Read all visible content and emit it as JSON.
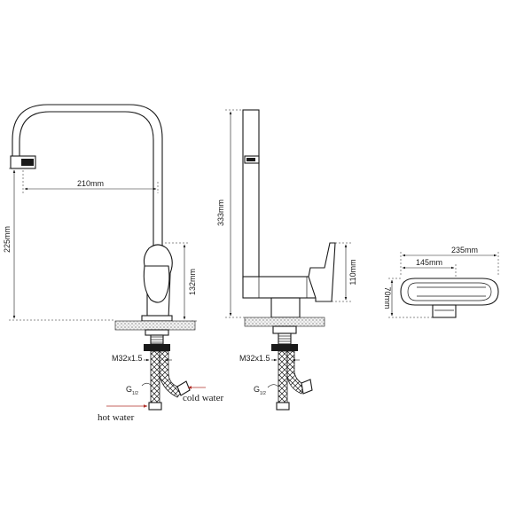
{
  "front_view": {
    "width_label": "210mm",
    "height_label": "225mm",
    "body_label": "132mm",
    "thread_label": "M32x1.5",
    "fitting_label_main": "G",
    "fitting_label_frac": "1/2",
    "cold_label": "cold water",
    "hot_label": "hot water"
  },
  "side_view": {
    "height_label": "333mm",
    "body_label": "110mm",
    "thread_label": "M32x1.5",
    "fitting_label_main": "G",
    "fitting_label_frac": "1/2"
  },
  "top_view": {
    "total_label": "235mm",
    "inner_label": "145mm",
    "depth_label": "70mm"
  },
  "colors": {
    "line": "#1a1a1a",
    "arrow": "#b0302a"
  }
}
